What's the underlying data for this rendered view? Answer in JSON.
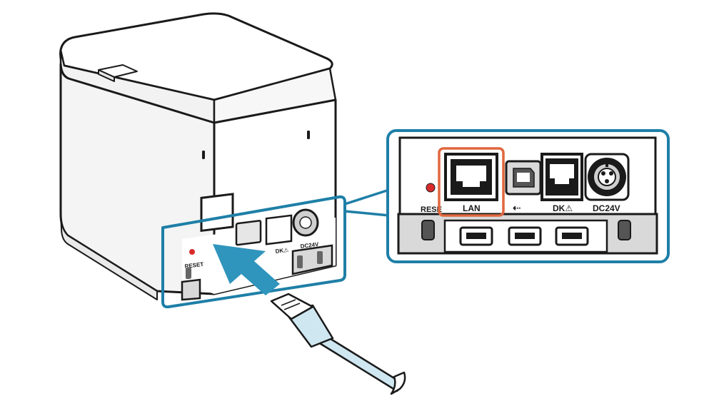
{
  "colors": {
    "highlight_frame": "#1e7fa7",
    "lan_highlight": "#e0673e",
    "arrow": "#2f95bd",
    "cable": "#cfe7f1",
    "reset_led": "#d92b2b",
    "device_body": "#ffffff",
    "port_panel": "#d9d9d9"
  },
  "printer": {
    "port_labels": {
      "reset": "RESET",
      "usb": "⇠",
      "drawer": "DK⚠",
      "power": "DC24V"
    }
  },
  "zoom_panel": {
    "port_labels": {
      "reset": "RESE",
      "lan": "LAN",
      "usb": "⇠",
      "drawer": "DK⚠",
      "power": "DC24V"
    }
  },
  "icons": {
    "usb_symbol": "usb-icon",
    "warning_symbol": "warning-icon",
    "insert_arrow": "arrow-icon"
  }
}
